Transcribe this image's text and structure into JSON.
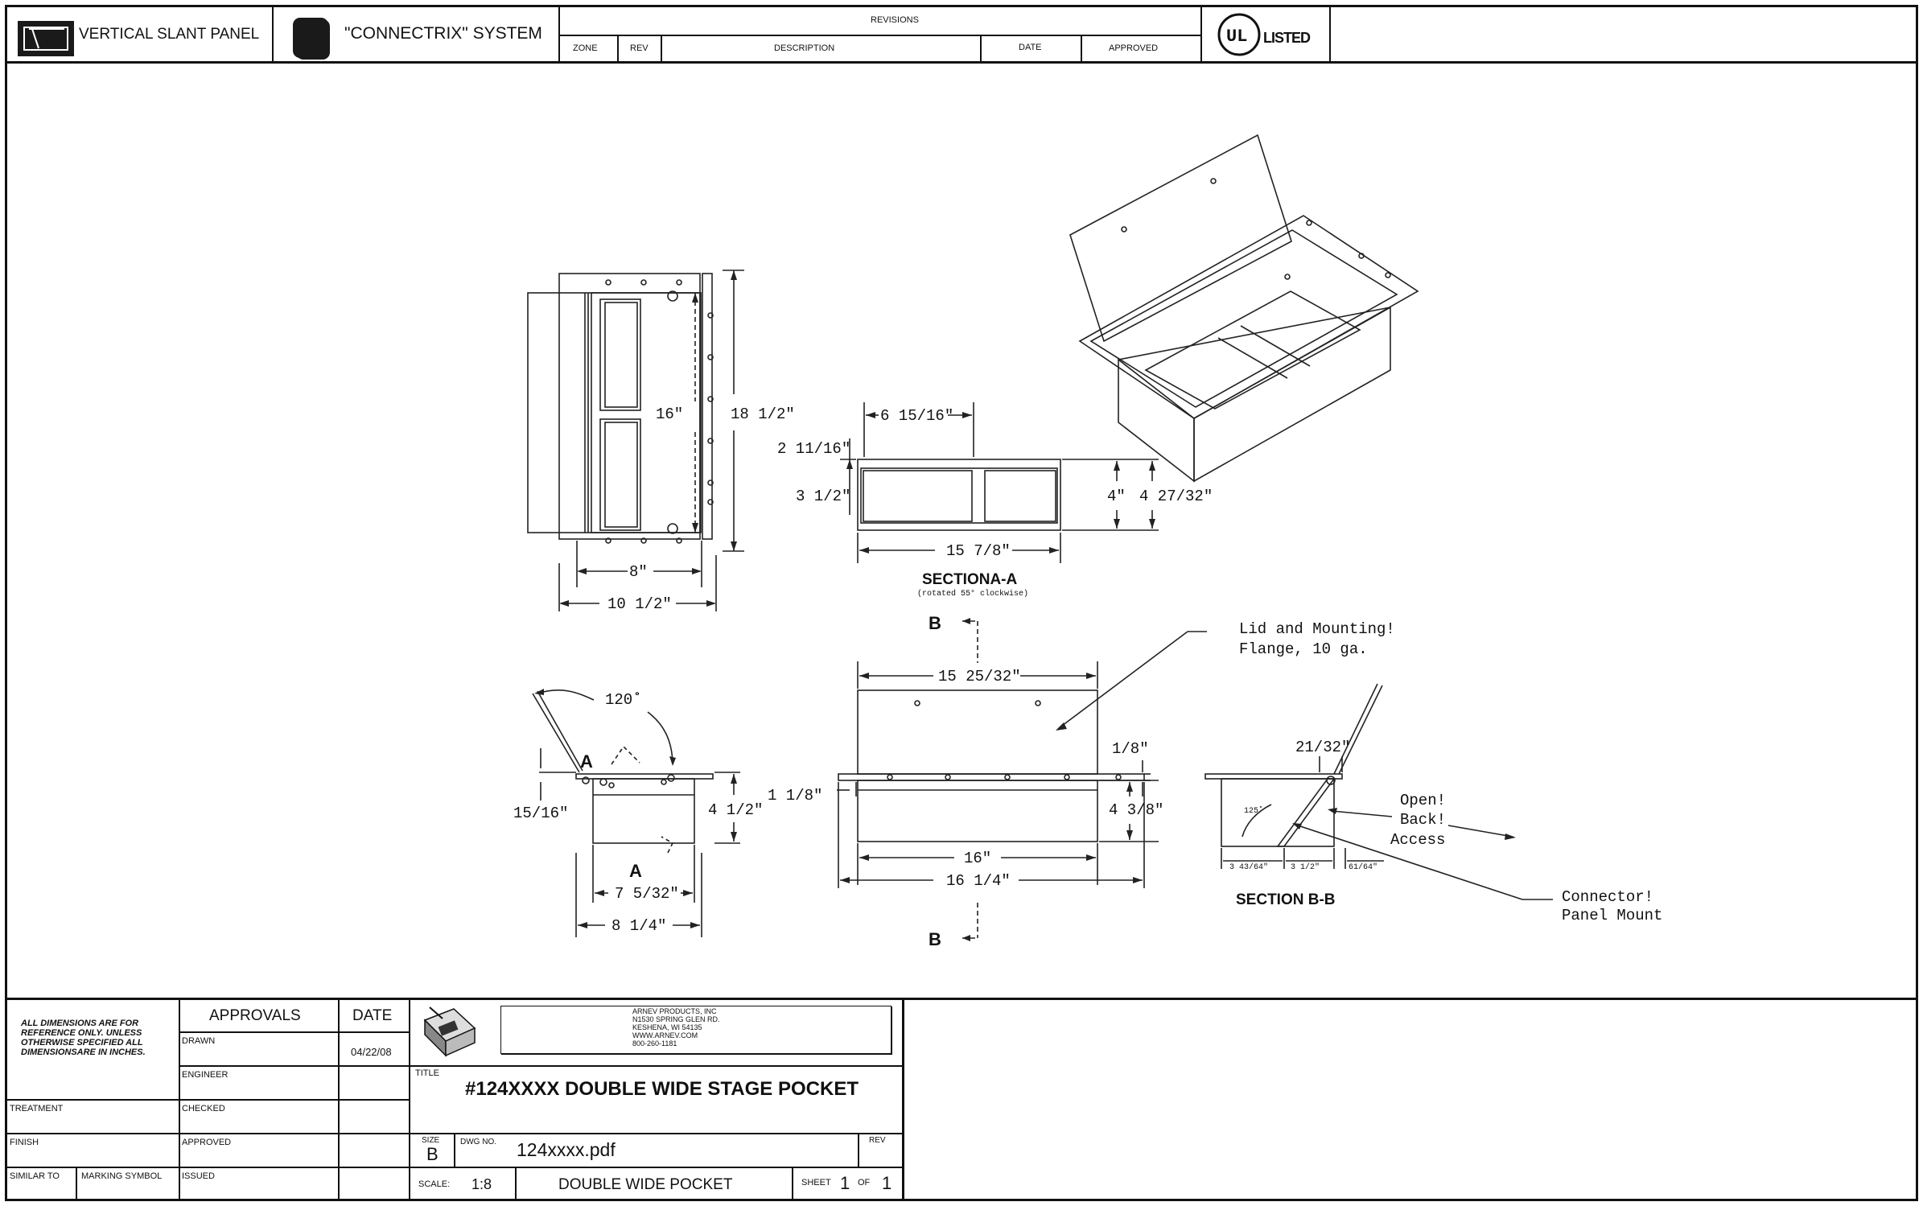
{
  "header": {
    "product_type": "VERTICAL SLANT PANEL",
    "system": "\"CONNECTRIX\" SYSTEM",
    "revisions_title": "REVISIONS",
    "revisions_columns": [
      "ZONE",
      "REV",
      "DESCRIPTION",
      "DATE",
      "APPROVED"
    ],
    "ul_mark": "UL",
    "ul_listed": "LISTED"
  },
  "drawing": {
    "plan_view": {
      "dim_16": "16\"",
      "dim_18_half": "18 1/2\"",
      "dim_8": "8\"",
      "dim_10_half": "10 1/2\""
    },
    "section_a": {
      "dim_6_15_16": "6 15/16\"",
      "dim_2_11_16": "2 11/16\"",
      "dim_3_half": "3 1/2\"",
      "dim_4": "4\"",
      "dim_4_27_32": "4 27/32\"",
      "dim_15_7_8": "15 7/8\"",
      "title": "SECTIONA-A",
      "note": "(rotated 55° clockwise)"
    },
    "side_view": {
      "angle": "120˚",
      "label_a_top": "A",
      "label_a_bottom": "A",
      "dim_15_16": "15/16\"",
      "dim_4_half": "4 1/2\"",
      "dim_7_5_32": "7 5/32\"",
      "dim_8_quarter": "8 1/4\""
    },
    "front_view": {
      "label_b_top": "B",
      "label_b_bottom": "B",
      "dim_15_25_32": "15 25/32\"",
      "dim_1_8": "1/8\"",
      "dim_1_1_8": "1 1/8\"",
      "dim_4_3_8": "4 3/8\"",
      "dim_16": "16\"",
      "dim_16_quarter": "16 1/4\""
    },
    "callouts": {
      "lid_line1": "Lid and Mounting!",
      "lid_line2": "Flange, 10 ga.",
      "open_line1": "Open!",
      "open_line2": "Back!",
      "open_line3": "Access",
      "connector_line1": "Connector!",
      "connector_line2": "Panel Mount"
    },
    "section_b": {
      "dim_21_32": "21/32\"",
      "angle": "125˚",
      "dim_3_43_64": "3 43/64\"",
      "dim_3_half": "3 1/2\"",
      "dim_61_64": "61/64\"",
      "title": "SECTION B-B"
    }
  },
  "title_block": {
    "note": "ALL DIMENSIONS ARE FOR REFERENCE ONLY. UNLESS OTHERWISE SPECIFIED ALL DIMENSIONSARE IN INCHES.",
    "approvals": "APPROVALS",
    "date_header": "DATE",
    "drawn": "DRAWN",
    "drawn_date": "04/22/08",
    "engineer": "ENGINEER",
    "checked": "CHECKED",
    "approved": "APPROVED",
    "issued": "ISSUED",
    "treatment": "TREATMENT",
    "finish": "FINISH",
    "similar_to": "SIMILAR TO",
    "marking_symbol": "MARKING SYMBOL",
    "company": [
      "ARNEV PRODUCTS, INC",
      "N1530 SPRING GLEN RD.",
      "KESHENA, WI 54135",
      "WWW.ARNEV.COM",
      "800-260-1181"
    ],
    "title_label": "TITLE",
    "title": "#124XXXX DOUBLE WIDE STAGE POCKET",
    "size_label": "SIZE",
    "size": "B",
    "dwg_no_label": "DWG NO.",
    "dwg_no": "124xxxx.pdf",
    "rev_label": "REV",
    "scale_label": "SCALE:",
    "scale": "1:8",
    "name": "DOUBLE WIDE POCKET",
    "sheet_label": "SHEET",
    "sheet": "1",
    "of_label": "OF",
    "sheet_total": "1"
  }
}
